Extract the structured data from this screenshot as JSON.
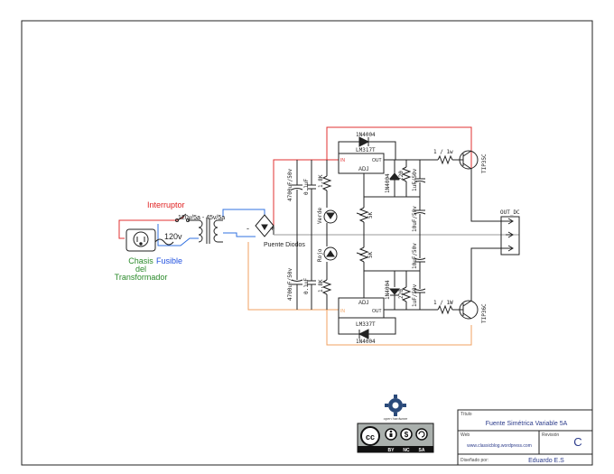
{
  "labels": {
    "interruptor": "Interruptor",
    "transformer_rating": "120v/5a - 45v/5a",
    "input_voltage": "120v",
    "chasis": [
      "Chasis",
      "del",
      "Transformador"
    ],
    "fusible": "Fusible",
    "bridge": "Puente Diodos",
    "bridge_minus": "-",
    "bridge_plus": "+",
    "cap_main_top": "4700uF/50v",
    "cap_main_bot": "4700uF/50v",
    "cap_small_top": "0.1uF",
    "cap_small_bot": "0.1uF",
    "res_led_top": "1.8K",
    "res_led_bot": "1.8K",
    "led_top": "Verde",
    "led_bot": "Rojo",
    "pot_top": "5K",
    "pot_bot": "5K",
    "reg_top_name": "LM317T",
    "reg_bot_name": "LM337T",
    "reg_in": "IN",
    "reg_out": "OUT",
    "reg_adj": "ADJ",
    "diode_top": "1N4004",
    "diode_bot": "1N4004",
    "diode_adj_top": "1N4004",
    "diode_adj_bot": "1N4004",
    "res220_top": "220",
    "res220_bot": "220",
    "cap10_top_a": "10uF/50v",
    "cap10_top_b": "1uF/50v",
    "cap10_bot_a": "10uF/50v",
    "cap10_bot_b": "1uF/50v",
    "res_power_top": "1 / 1w",
    "res_power_bot": "1 / 1W",
    "trans_top": "TIP35C",
    "trans_bot": "TIP36C",
    "out": "OUT_DC"
  },
  "logo": {
    "open_hardware": "open hardware",
    "cc_terms": [
      "BY",
      "NC",
      "SA"
    ]
  },
  "title_block": {
    "title_caption": "Título",
    "title": "Fuente Simétrica Variable 5A",
    "web_caption": "Web",
    "web": "www.classicblog.wordpress.com",
    "revision_caption": "Revisión",
    "revision": "C",
    "designer_caption": "Diseñado por:",
    "designer": "Eduardo E.S"
  },
  "colors": {
    "positive_rail": "#e03030",
    "negative_rail": "#f0a060",
    "ac_wire": "#3070e0",
    "component": "#222222",
    "interruptor_text": "#e02020",
    "fusible_text": "#2050e0",
    "chasis_text": "#2a8a2a"
  }
}
